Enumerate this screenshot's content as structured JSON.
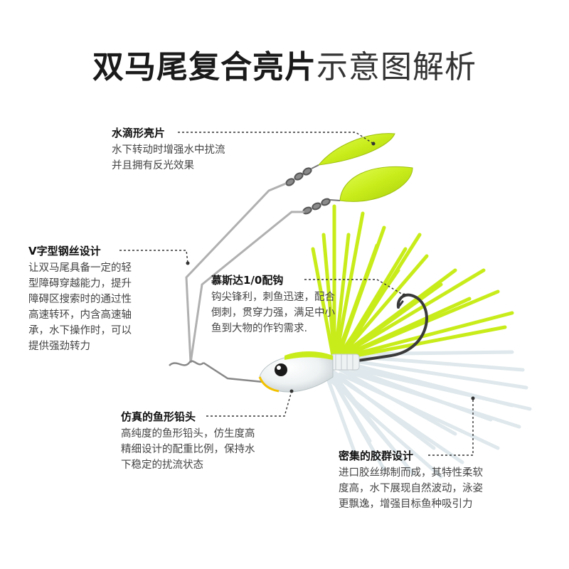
{
  "title": {
    "bold": "双马尾复合亮片",
    "light": "示意图解析"
  },
  "callouts": {
    "blade": {
      "heading": "水滴形亮片",
      "lines": [
        "水下转动时增强水中扰流",
        "并且拥有反光效果"
      ]
    },
    "wire": {
      "heading": "V字型钢丝设计",
      "lines": [
        "让双马尾具备一定的轻",
        "型障碍穿越能力，提升",
        "障碍区搜索时的通过性",
        "高速转环，内含高速轴",
        "承，水下操作时，可以",
        "提供强劲转力"
      ]
    },
    "hook": {
      "heading": "慕斯达1/0配钩",
      "lines": [
        "钩尖锋利，刺鱼迅速，配合",
        "倒刺，贯穿力强，满足中小",
        "鱼到大物的作钓需求."
      ]
    },
    "head": {
      "heading": "仿真的鱼形铅头",
      "lines": [
        "高纯度的鱼形铅头，仿生度高",
        "精细设计的配重比例，保持水",
        "下稳定的扰流状态"
      ]
    },
    "skirt": {
      "heading": "密集的胶群设计",
      "lines": [
        "进口胶丝绑制而成，其特性柔软",
        "度高，水下展现自然波动，泳姿",
        "更飘逸，增强目标鱼种吸引力"
      ]
    }
  },
  "colors": {
    "lime": "#c8ec1a",
    "skirt_white": "#dfe8ec",
    "wire": "#b8b8b8",
    "hook": "#3a3a3a",
    "text": "#333333"
  }
}
